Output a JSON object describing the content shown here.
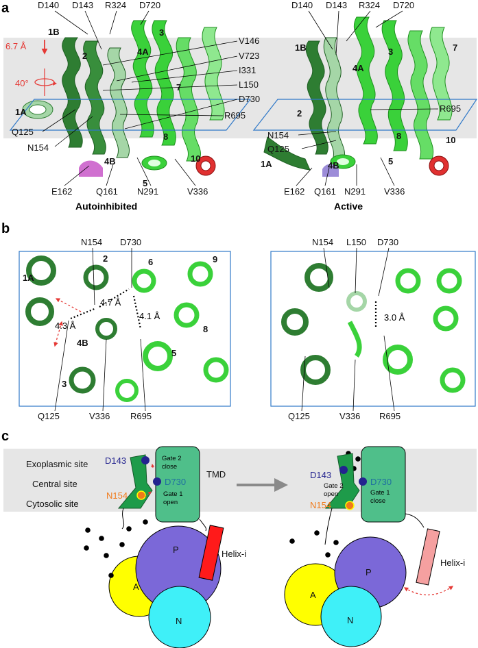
{
  "panels": {
    "a": "a",
    "b": "b",
    "c": "c"
  },
  "panel_a": {
    "left": {
      "caption": "Autoinhibited",
      "top_residues": [
        "D140",
        "D143",
        "R324",
        "D720"
      ],
      "right_residues": [
        "V146",
        "V723",
        "I331",
        "L150",
        "D730",
        "R695"
      ],
      "bottom_residues": [
        "Q125",
        "N154",
        "E162",
        "Q161",
        "N291",
        "V336"
      ],
      "helices": [
        "1B",
        "2",
        "4A",
        "3",
        "7",
        "1A",
        "4B",
        "8",
        "5",
        "10"
      ],
      "shift": "6.7 Å",
      "tilt": "40°"
    },
    "right": {
      "caption": "Active",
      "top_residues": [
        "D140",
        "D143",
        "R324",
        "D720"
      ],
      "right_residues": [
        "R695"
      ],
      "bottom_residues": [
        "N154",
        "Q125",
        "E162",
        "Q161",
        "N291",
        "V336"
      ],
      "helices": [
        "1B",
        "4A",
        "3",
        "7",
        "2",
        "8",
        "10",
        "1A",
        "4B",
        "5"
      ]
    }
  },
  "panel_b": {
    "left": {
      "top_residues": [
        "N154",
        "D730"
      ],
      "bottom_residues": [
        "Q125",
        "V336",
        "R695"
      ],
      "helices": [
        "1A",
        "2",
        "6",
        "9",
        "4B",
        "8",
        "5",
        "3"
      ],
      "distances": [
        "4.3 Å",
        "4.7 Å",
        "4.1 Å"
      ]
    },
    "right": {
      "top_residues": [
        "N154",
        "L150",
        "D730"
      ],
      "bottom_residues": [
        "Q125",
        "V336",
        "R695"
      ],
      "distances": [
        "3.0 Å"
      ]
    }
  },
  "panel_c": {
    "sites": [
      "Exoplasmic site",
      "Central site",
      "Cytosolic site"
    ],
    "left": {
      "d143": "D143",
      "d730": "D730",
      "n154": "N154",
      "gate2": [
        "Gate 2",
        "close"
      ],
      "gate1": [
        "Gate 1",
        "open"
      ],
      "tmd": "TMD",
      "a": "A",
      "p": "P",
      "n": "N",
      "helix": "Helix-i"
    },
    "right": {
      "d143": "D143",
      "d730": "D730",
      "n154": "N154",
      "gate2": [
        "Gate 2",
        "open"
      ],
      "gate1": [
        "Gate 1",
        "close"
      ],
      "a": "A",
      "p": "P",
      "n": "N",
      "helix": "Helix-i"
    }
  },
  "colors": {
    "membrane": "#e6e6e6",
    "plane": "#2f78c8",
    "dark_green": "#2e7d32",
    "green": "#3ad13a",
    "light_green": "#8fd89a",
    "tmd": "#4fbf8a",
    "d_site": "#23238f",
    "n_site": "#f07a1a",
    "a_domain": "#ffff00",
    "p_domain": "#7b68d8",
    "n_domain": "#3ff0f8",
    "helix_active": "#ff1a1a",
    "helix_inactive": "#f5a0a0",
    "arrow": "#8a8a8a",
    "arrow_red": "#e53935",
    "magenta": "#d070d0",
    "red_helix": "#e03030"
  }
}
